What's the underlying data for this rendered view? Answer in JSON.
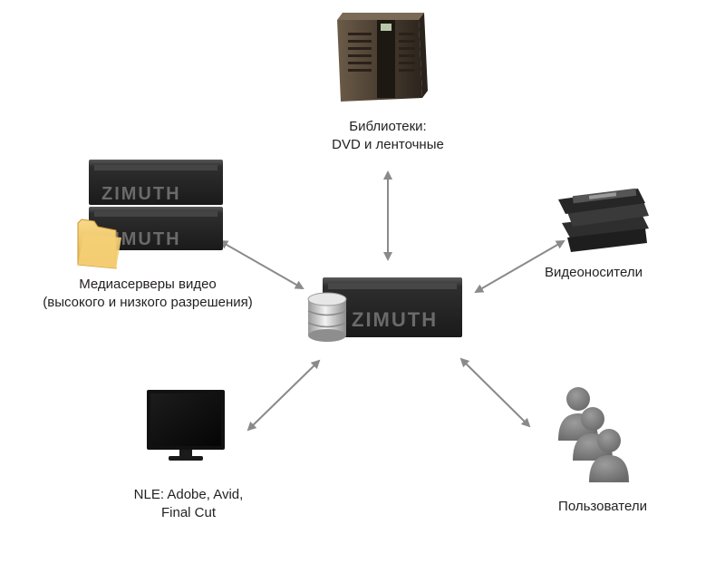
{
  "diagram": {
    "nodes": {
      "library": {
        "lines": [
          "Библиотеки:",
          "DVD и ленточные"
        ],
        "icon": "tape-library-icon"
      },
      "media_servers": {
        "lines": [
          "Медиасерверы видео",
          "(высокого и низкого разрешения)"
        ],
        "icon": "rack-server-stack-icon",
        "server_brand": "ZIMUTH"
      },
      "video_media": {
        "lines": [
          "Видеоносители"
        ],
        "icon": "vhs-cassettes-icon"
      },
      "central": {
        "icon": "central-server-icon",
        "server_brand": "ZIMUTH",
        "badge_icon": "database-icon"
      },
      "nle": {
        "lines": [
          "NLE: Adobe, Avid,",
          "Final Cut"
        ],
        "icon": "monitor-icon"
      },
      "users": {
        "lines": [
          "Пользователи"
        ],
        "icon": "users-group-icon"
      }
    },
    "edges": [
      {
        "from": "central",
        "to": "library",
        "style": "bidirectional"
      },
      {
        "from": "central",
        "to": "media_servers",
        "style": "bidirectional"
      },
      {
        "from": "central",
        "to": "video_media",
        "style": "bidirectional"
      },
      {
        "from": "central",
        "to": "nle",
        "style": "bidirectional"
      },
      {
        "from": "central",
        "to": "users",
        "style": "bidirectional"
      }
    ],
    "colors": {
      "arrow": "#8a8a8a",
      "text": "#231f20",
      "server_body": "#2a2a2a",
      "folder": "#f2c35e"
    }
  }
}
